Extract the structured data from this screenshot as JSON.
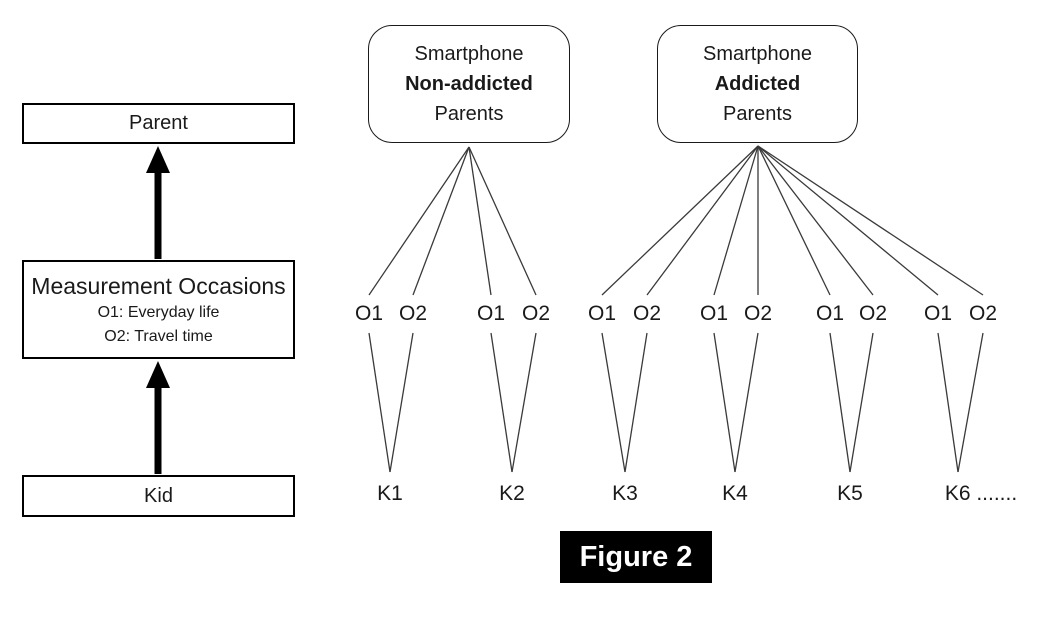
{
  "figure": {
    "label": "Figure 2"
  },
  "left_flow": {
    "parent_label": "Parent",
    "measurement": {
      "title": "Measurement Occasions",
      "occasion1": "O1: Everyday life",
      "occasion2": "O2: Travel time"
    },
    "kid_label": "Kid"
  },
  "groups": [
    {
      "top": "Smartphone",
      "middle": "Non-addicted",
      "bottom": "Parents"
    },
    {
      "top": "Smartphone",
      "middle": "Addicted",
      "bottom": "Parents"
    }
  ],
  "occasions": [
    "O1",
    "O2",
    "O1",
    "O2",
    "O1",
    "O2",
    "O1",
    "O2",
    "O1",
    "O2",
    "O1",
    "O2"
  ],
  "kids": [
    "K1",
    "K2",
    "K3",
    "K4",
    "K5",
    "K6 ......."
  ],
  "colors": {
    "background": "#ffffff",
    "connector_line": "#3a3a3a",
    "box_border": "#000000",
    "arrow": "#000000",
    "figure_bg": "#000000",
    "figure_text": "#ffffff"
  }
}
